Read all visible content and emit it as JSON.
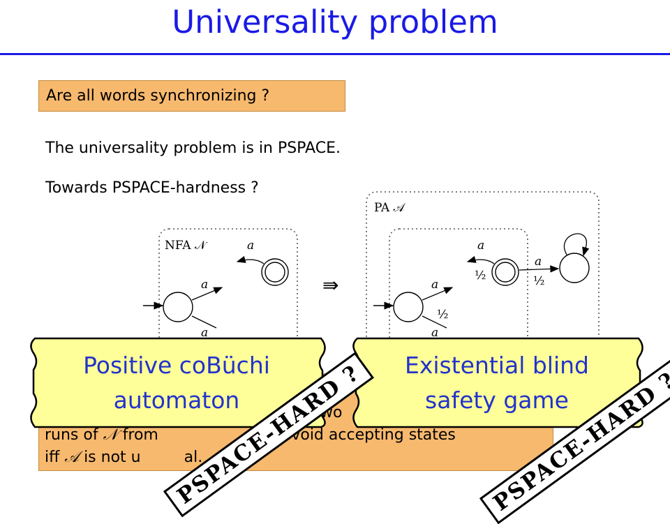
{
  "title": "Universality problem",
  "question": "Are all words synchronizing ?",
  "statement": "The universality problem is in PSPACE.",
  "towards": "Towards PSPACE-hardness ?",
  "diagram": {
    "nfa_label": "NFA 𝒩",
    "pa_label": "PA 𝒜",
    "implies": "⇛",
    "sym_a": "a",
    "half": "½"
  },
  "bottom_text": {
    "line1_end": "wo",
    "line2_start": "runs of ",
    "line2_N": "𝒩",
    "line2_mid": " from ",
    "line2_end": "avoid accepting states",
    "line3_start": "iff ",
    "line3_A": "𝒜",
    "line3_mid": " is not u",
    "line3_end": "al."
  },
  "scroll_left": {
    "line1": "Positive coBüchi",
    "line2": "automaton"
  },
  "scroll_right": {
    "line1": "Existential blind",
    "line2": "safety game"
  },
  "stamps": {
    "left": "PSPACE-HARD ?",
    "right": "PSPACE-HARD ?"
  },
  "colors": {
    "title": "#1a1ae6",
    "box": "#f7b96e",
    "scroll": "#ffff99",
    "scroll_text": "#2233cc"
  }
}
